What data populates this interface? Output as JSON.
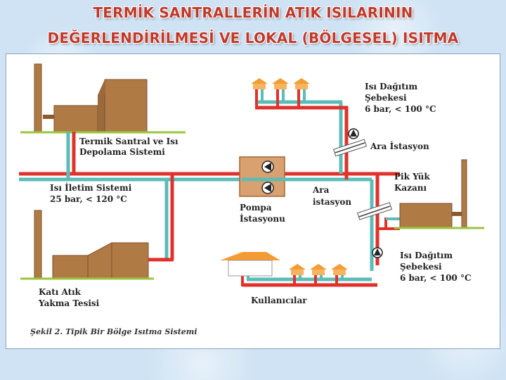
{
  "slide": {
    "title_line1": "TERMİK SANTRALLERİN ATIK ISILARININ",
    "title_line2": "DEĞERLENDİRİLMESİ VE LOKAL (BÖLGESEL) ISITMA"
  },
  "diagram": {
    "labels": {
      "termik_santral_1": "Termik Santral ve Isı",
      "termik_santral_2": "Depolama Sistemi",
      "iletim_1": "Isı İletim Sistemi",
      "iletim_2": "25 bar,  < 120 °C",
      "pompa_1": "Pompa",
      "pompa_2": "İstasyonu",
      "ara_istasyon_center_1": "Ara",
      "ara_istasyon_center_2": "istasyon",
      "dagitim_top_1": "Isı Dağıtım",
      "dagitim_top_2": "Şebekesi",
      "dagitim_top_3": "6 bar, < 100 °C",
      "ara_istasyon_top": "Ara İstasyon",
      "pik_yuk_1": "Pik Yük",
      "pik_yuk_2": "Kazanı",
      "dagitim_bottom_1": "Isı Dağıtım",
      "dagitim_bottom_2": "Şebekesi",
      "dagitim_bottom_3": "6 bar, < 100 °C",
      "kati_atik_1": "Katı Atık",
      "kati_atik_2": "Yakma Tesisi",
      "kullanicilar": "Kullanıcılar"
    },
    "caption": "Şekil 2. Tipik Bir Bölge Isıtma Sistemi",
    "colors": {
      "supply_pipe": "#e0312b",
      "return_pipe": "#5bbcb8",
      "building": "#b07a45",
      "ground": "#9bc53d",
      "house_roof": "#f39c33",
      "title": "#c0392b"
    }
  }
}
